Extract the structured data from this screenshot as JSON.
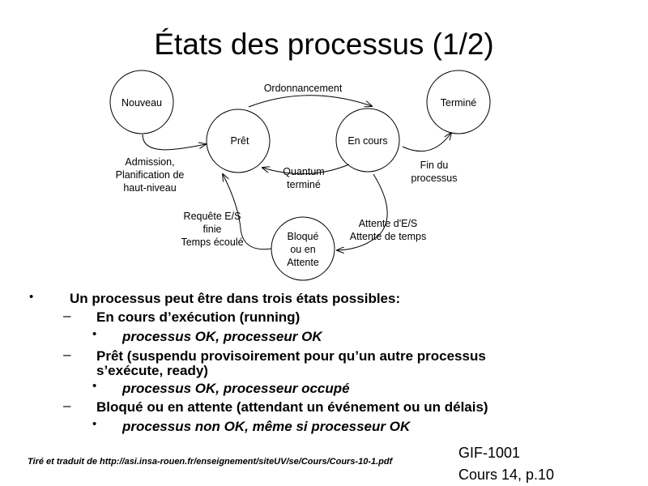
{
  "slide": {
    "title": "États des processus (1/2)"
  },
  "diagram": {
    "states": {
      "nouveau": [
        "Nouveau"
      ],
      "pret": [
        "Prêt"
      ],
      "en_cours": [
        "En cours"
      ],
      "termine": [
        "Terminé"
      ],
      "bloque": [
        "Bloqué",
        "ou en",
        "Attente"
      ]
    },
    "transitions": {
      "ordonnancement": [
        "Ordonnancement"
      ],
      "admission": [
        "Admission,",
        "Planification de",
        "haut-niveau"
      ],
      "quantum": [
        "Quantum",
        "terminé"
      ],
      "fin": [
        "Fin du",
        "processus"
      ],
      "attente": [
        "Attente d'E/S",
        "Attente de temps"
      ],
      "requete": [
        "Requête E/S",
        "finie",
        "Temps écoulé"
      ]
    }
  },
  "bullets": {
    "intro": "Un processus peut être dans trois états possibles:",
    "running": "En cours d’exécution (running)",
    "running_detail": "processus OK, processeur OK",
    "ready_1": "Prêt (suspendu provisoirement pour qu’un autre processus",
    "ready_2": "s’exécute, ready)",
    "ready_detail": "processus OK, processeur occupé",
    "blocked": "Bloqué ou en attente (attendant un événement ou un délais)",
    "blocked_detail": "processus non OK, même si processeur OK"
  },
  "footer": {
    "source": "Tiré et traduit de http://asi.insa-rouen.fr/enseignement/siteUV/se/Cours/Cours-10-1.pdf",
    "course": "GIF-1001",
    "page": "Cours 14, p.10"
  }
}
